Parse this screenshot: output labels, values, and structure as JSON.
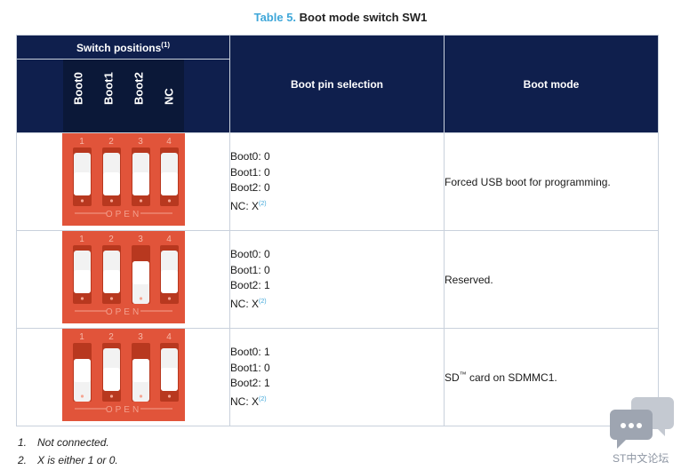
{
  "caption": {
    "number": "Table 5.",
    "title": "Boot mode switch SW1"
  },
  "headers": {
    "switch_positions": "Switch positions",
    "switch_positions_note": "(1)",
    "pin_columns": [
      "Boot0",
      "Boot1",
      "Boot2",
      "NC"
    ],
    "boot_pin_selection": "Boot pin selection",
    "boot_mode": "Boot mode"
  },
  "switch_labels": {
    "numbers": [
      "1",
      "2",
      "3",
      "4"
    ],
    "open_label": "OPEN"
  },
  "colors": {
    "header_bg": "#0f1f4d",
    "caption_accent": "#3fa7d9",
    "switch_body": "#e1543a",
    "switch_paddle": "#f2f2f2"
  },
  "rows": [
    {
      "pins": [
        "Boot0: 0",
        "Boot1: 0",
        "Boot2: 0",
        "NC: X"
      ],
      "nc_note": "(2)",
      "mode": "Forced USB boot for programming.",
      "switch_states": [
        0,
        0,
        0,
        0
      ]
    },
    {
      "pins": [
        "Boot0: 0",
        "Boot1: 0",
        "Boot2: 1",
        "NC: X"
      ],
      "nc_note": "(2)",
      "mode": "Reserved.",
      "switch_states": [
        0,
        0,
        1,
        0
      ]
    },
    {
      "pins": [
        "Boot0: 1",
        "Boot1: 0",
        "Boot2: 1",
        "NC: X"
      ],
      "nc_note": "(2)",
      "mode_prefix": "SD",
      "mode_tm": "™",
      "mode": " card on SDMMC1.",
      "switch_states": [
        1,
        0,
        1,
        0
      ]
    }
  ],
  "footnotes": [
    {
      "num": "1.",
      "text": "Not connected."
    },
    {
      "num": "2.",
      "text": "X is either 1 or 0."
    }
  ],
  "watermark": {
    "text": "ST中文论坛",
    "icon": "chat-bubbles-icon"
  }
}
